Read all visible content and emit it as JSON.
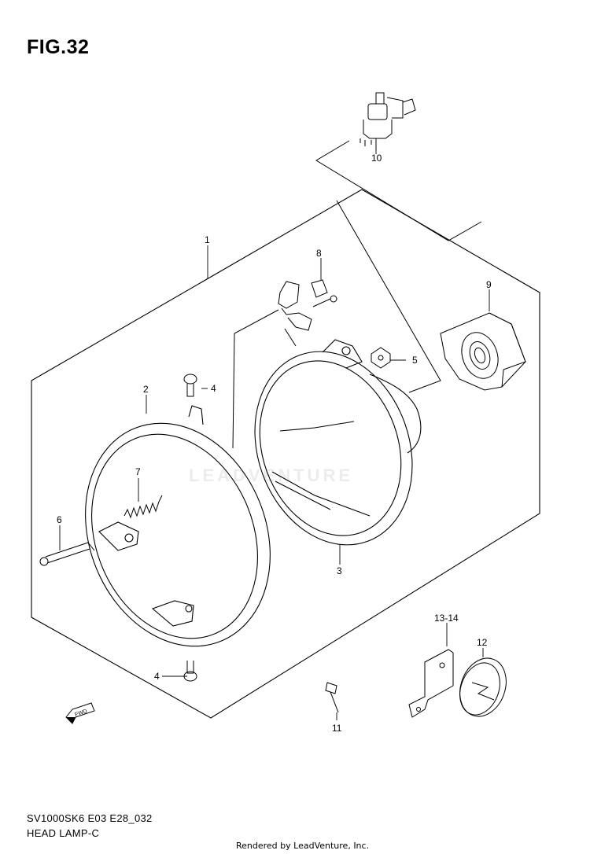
{
  "figure": {
    "title": "FIG.32",
    "code": "SV1000SK6 E03 E28_032",
    "name": "HEAD LAMP-C",
    "rendered_by": "Rendered by LeadVenture, Inc.",
    "watermark": "LEADVENTURE",
    "fwd_label": "FWD"
  },
  "callouts": {
    "c1": "1",
    "c2": "2",
    "c3": "3",
    "c4a": "4",
    "c4b": "4",
    "c5": "5",
    "c6": "6",
    "c7": "7",
    "c8": "8",
    "c9": "9",
    "c10": "10",
    "c11": "11",
    "c12": "12",
    "c1314": "13-14"
  }
}
